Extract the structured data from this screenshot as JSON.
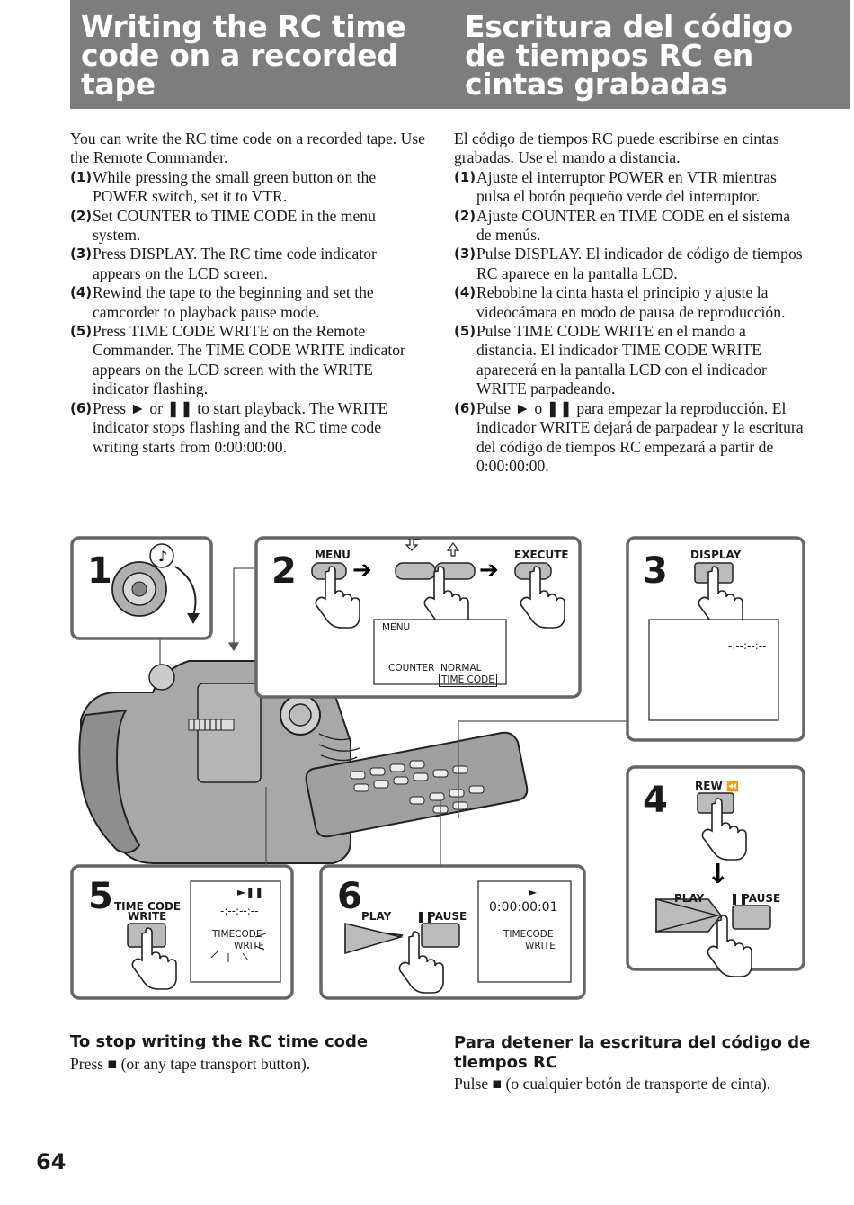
{
  "header": {
    "title_en": "Writing the RC time\ncode on a recorded\ntape",
    "title_es": "Escritura del código\nde tiempos RC en\ncintas grabadas"
  },
  "english": {
    "intro": "You can write the RC time code on a recorded tape.  Use the Remote Commander.",
    "steps": [
      {
        "num": "(1)",
        "text": "While pressing the small green button on the POWER switch, set it to VTR."
      },
      {
        "num": "(2)",
        "text": "Set COUNTER to TIME CODE in the menu system."
      },
      {
        "num": "(3)",
        "text": "Press DISPLAY.  The RC time code indicator appears on the LCD screen."
      },
      {
        "num": "(4)",
        "text": "Rewind the tape to the beginning and set the camcorder to playback pause mode."
      },
      {
        "num": "(5)",
        "text": "Press TIME CODE WRITE on the Remote Commander.  The TIME CODE WRITE indicator appears on the LCD screen with the WRITE indicator flashing."
      },
      {
        "num": "(6)",
        "text": "Press ► or ❚❚ to start playback.  The WRITE indicator stops flashing and the RC time code writing starts from 0:00:00:00."
      }
    ],
    "stop_heading": "To stop writing the RC time code",
    "stop_text": "Press ■ (or any tape transport button)."
  },
  "spanish": {
    "intro": "El código de tiempos RC puede escribirse en cintas grabadas. Use el mando a distancia.",
    "steps": [
      {
        "num": "(1)",
        "text": "Ajuste el interruptor POWER en VTR mientras pulsa el botón pequeño verde del interruptor."
      },
      {
        "num": "(2)",
        "text": "Ajuste COUNTER en TIME CODE en el sistema de menús."
      },
      {
        "num": "(3)",
        "text": "Pulse DISPLAY.  El indicador de código de tiempos RC aparece en la pantalla LCD."
      },
      {
        "num": "(4)",
        "text": "Rebobine la cinta hasta el principio y ajuste la videocámara en modo de pausa de reproducción."
      },
      {
        "num": "(5)",
        "text": "Pulse TIME CODE WRITE en el mando a distancia. El indicador TIME CODE WRITE aparecerá en la pantalla LCD con el indicador WRITE parpadeando."
      },
      {
        "num": "(6)",
        "text": "Pulse ► o ❚❚ para empezar la reproducción. El indicador WRITE dejará de parpadear y la escritura del código de tiempos RC empezará a partir de 0:00:00:00."
      }
    ],
    "stop_heading": "Para detener la escritura del código de tiempos RC",
    "stop_text": "Pulse ■ (o cualquier botón de transporte de cinta)."
  },
  "illustration": {
    "panel1": {
      "num": "1"
    },
    "panel2": {
      "num": "2",
      "menu_label": "MENU",
      "execute_label": "EXECUTE",
      "screen_title": "MENU",
      "counter": "COUNTER",
      "normal": "NORMAL",
      "time_code": "TIME CODE"
    },
    "panel3": {
      "num": "3",
      "display_label": "DISPLAY",
      "screen_value": "-:--:--:--"
    },
    "panel4": {
      "num": "4",
      "rew_label": "REW",
      "play_label": "PLAY",
      "pause_label": "PAUSE"
    },
    "panel5": {
      "num": "5",
      "button_label_1": "TIME CODE",
      "button_label_2": "WRITE",
      "screen_value": "-:--:--:--",
      "screen_line1": "TIMECODE",
      "screen_line2": "WRITE"
    },
    "panel6": {
      "num": "6",
      "play_label": "PLAY",
      "pause_label": "PAUSE",
      "screen_value": "0:00:00:01",
      "screen_line1": "TIMECODE",
      "screen_line2": "WRITE"
    }
  },
  "page_number": "64"
}
